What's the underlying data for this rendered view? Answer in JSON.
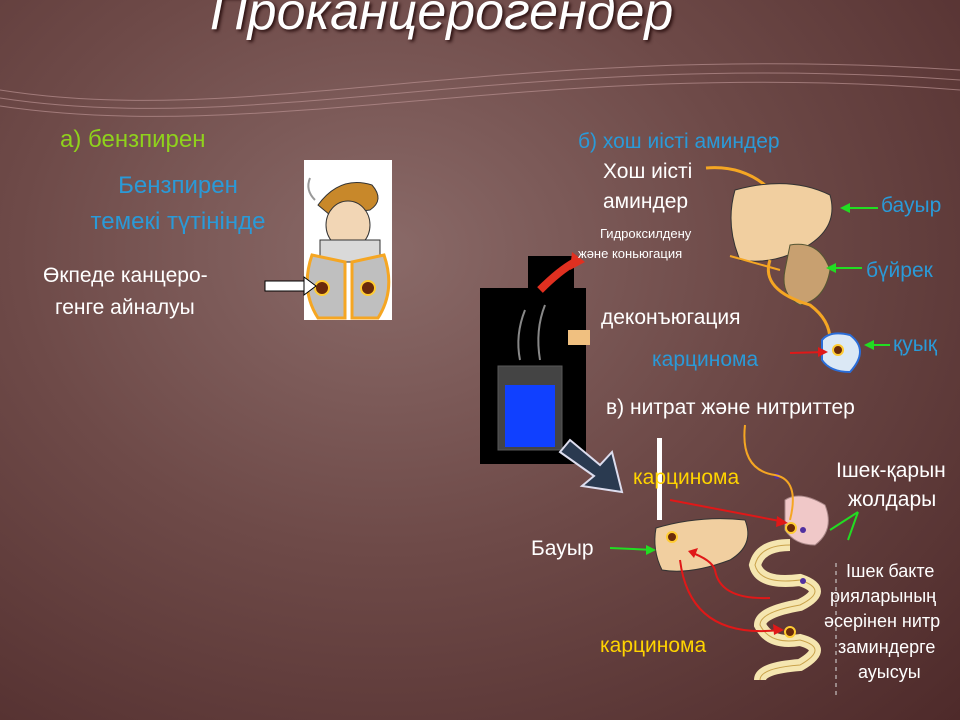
{
  "title": "Проканцерогендер",
  "section_a": {
    "heading": "а)  бензпирен",
    "subtitle_line1": "Бензпирен",
    "subtitle_line2": "темекі түтінінде",
    "lung_line1": "Өкпеде канцеро-",
    "lung_line2": "генге айналуы"
  },
  "section_b": {
    "heading": "б)  хош  иісті  аминдер",
    "amines_line1": "Хош иісті",
    "amines_line2": "аминдер",
    "hydroxylation_line1": "Гидроксилдену",
    "hydroxylation_line2": "және коньюгация",
    "deconjugation": "деконъюгация",
    "carcinoma": "карцинома",
    "liver": "бауыр",
    "kidney": "бүйрек",
    "bladder": "қуық"
  },
  "section_c": {
    "heading": "в)  нитрат және нитриттер",
    "carcinoma_top": "карцинома",
    "liver": "Бауыр",
    "carcinoma_bottom": "карцинома",
    "gi_line1": "Ішек-қарын",
    "gi_line2": "жолдары",
    "bact_line1": "Ішек бакте",
    "bact_line2": "рияларының",
    "bact_line3": "әсерінен нитр",
    "bact_line4": "заминдерге",
    "bact_line5": "ауысуы"
  },
  "colors": {
    "green": "#8fd21c",
    "blue": "#2a9ad8",
    "yellow": "#ffd400",
    "arrow_green": "#22dd22",
    "arrow_red": "#e01818",
    "arrow_orange": "#f5a623"
  }
}
